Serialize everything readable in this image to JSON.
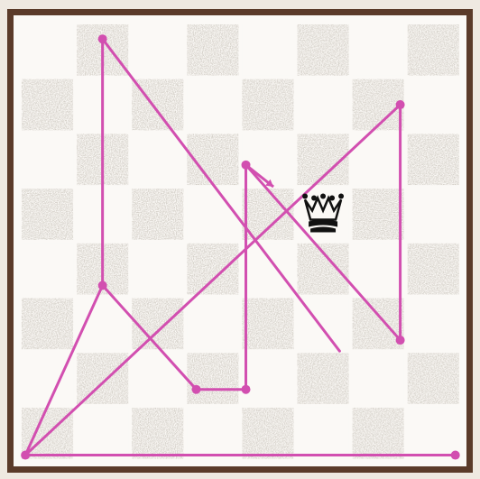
{
  "board": {
    "rows": 8,
    "cols": 8,
    "dark_square_color": "#bdb7ad",
    "light_square_color": "#fbf9f6",
    "frame_color": "#5b3b2a"
  },
  "piece": {
    "type": "queen",
    "icon": "queen-icon",
    "color": "#111111",
    "square": {
      "col": 5,
      "row": 3
    }
  },
  "path": {
    "color": "#d24fb0",
    "points": [
      {
        "col": 1.5,
        "row": 0.3
      },
      {
        "col": 1.5,
        "row": 4.8
      },
      {
        "col": 3.2,
        "row": 6.7
      },
      {
        "col": 4.1,
        "row": 6.7
      },
      {
        "col": 4.1,
        "row": 2.6
      },
      {
        "col": 6.9,
        "row": 5.8
      },
      {
        "col": 6.9,
        "row": 1.5
      },
      {
        "col": 0.1,
        "row": 7.9
      },
      {
        "col": 7.9,
        "row": 7.9
      }
    ],
    "extra_segments": [
      [
        {
          "col": 1.5,
          "row": 0.3
        },
        {
          "col": 5.8,
          "row": 6.0
        }
      ],
      [
        {
          "col": 1.5,
          "row": 4.8
        },
        {
          "col": 0.1,
          "row": 7.9
        }
      ]
    ],
    "arrow": {
      "from": {
        "col": 4.1,
        "row": 2.6
      },
      "to": {
        "col": 4.6,
        "row": 3.0
      }
    }
  }
}
